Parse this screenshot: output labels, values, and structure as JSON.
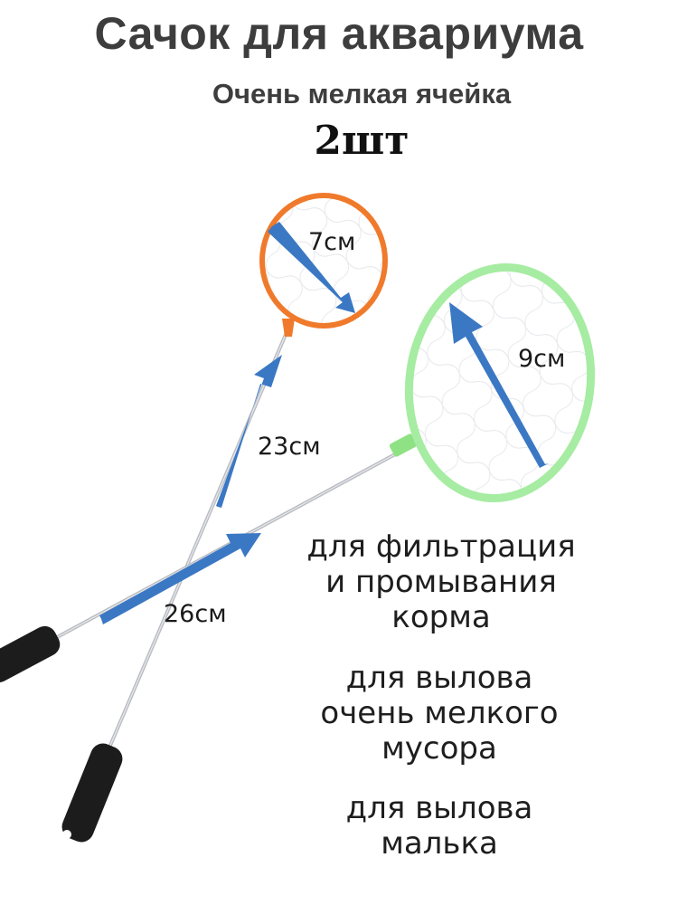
{
  "header": {
    "title": "Сачок для аквариума",
    "subtitle": "Очень мелкая ячейка",
    "count": "2шт"
  },
  "dimensions": {
    "small_net_diameter": "7см",
    "large_net_diameter": "9см",
    "small_handle_length": "23см",
    "large_handle_length": "26см"
  },
  "features": [
    {
      "lines": [
        "для фильтрация",
        "и промывания",
        "корма"
      ]
    },
    {
      "lines": [
        "для вылова",
        "очень мелкого",
        "мусора"
      ]
    },
    {
      "lines": [
        "для вылова",
        "малька"
      ]
    }
  ],
  "colors": {
    "text": "#3d3d3d",
    "arrow": "#3b78c4",
    "small_net_rim": "#f07a2c",
    "large_net_rim": "#9ee89a",
    "handle": "#1c1c1c",
    "rod": "#b9bcc2"
  }
}
